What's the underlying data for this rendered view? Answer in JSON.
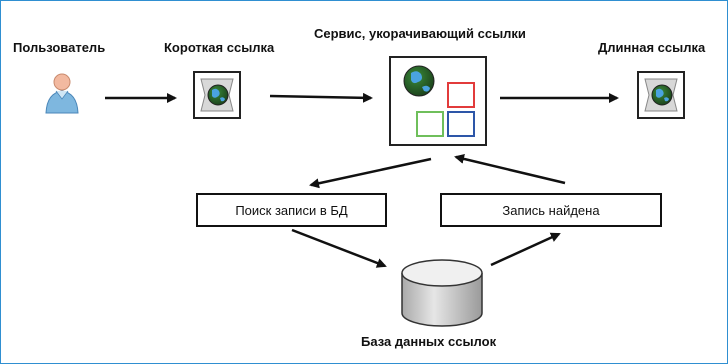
{
  "labels": {
    "user": "Пользователь",
    "short_link": "Короткая ссылка",
    "service": "Сервис, укорачивающий ссылки",
    "long_link": "Длинная ссылка",
    "database": "База данных ссылок"
  },
  "boxes": {
    "db_search": "Поиск записи в БД",
    "record_found": "Запись найдена"
  },
  "colors": {
    "frame_border": "#2f8fd1",
    "arrow": "#111111",
    "red_square": "#e23b3b",
    "green_square": "#6fbf5b",
    "blue_square": "#2d56a8"
  }
}
